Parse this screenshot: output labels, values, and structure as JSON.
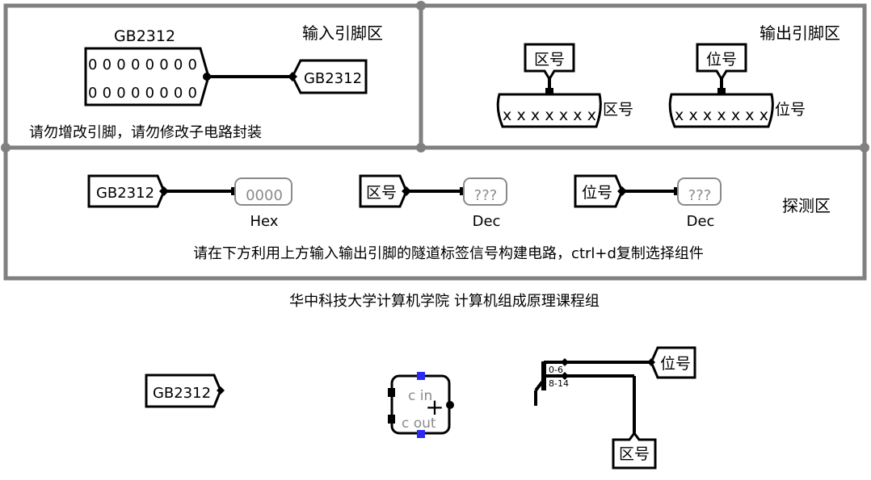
{
  "sections": {
    "input_pins_title": "输入引脚区",
    "output_pins_title": "输出引脚区",
    "probe_title": "探测区",
    "do_not_modify_note": "请勿增改引脚，请勿修改子电路封装",
    "instruction_note": "请在下方利用上方输入输出引脚的隧道标签信号构建电路，ctrl+d复制选择组件",
    "footer": "华中科技大学计算机学院 计算机组成原理课程组"
  },
  "input_pin": {
    "name": "GB2312",
    "row1": "0 0 0 0 0 0 0 0",
    "row2": "0 0 0 0 0 0 0 0",
    "tunnel": "GB2312"
  },
  "output_pins": {
    "zone": {
      "tunnel": "区号",
      "value": "x x x x x x x",
      "label": "区号"
    },
    "pos": {
      "tunnel": "位号",
      "value": "x x x x x x x",
      "label": "位号"
    }
  },
  "probes": [
    {
      "tunnel": "GB2312",
      "value": "0000",
      "radix": "Hex"
    },
    {
      "tunnel": "区号",
      "value": "???",
      "radix": "Dec"
    },
    {
      "tunnel": "位号",
      "value": "???",
      "radix": "Dec"
    }
  ],
  "workspace": {
    "tunnel": "GB2312",
    "adder_cin": "c in",
    "adder_cout": "c out",
    "adder_symbol": "+",
    "splitter_out1": "0-6",
    "splitter_out2": "8-14",
    "tunnel_pos": "位号",
    "tunnel_zone": "区号"
  }
}
